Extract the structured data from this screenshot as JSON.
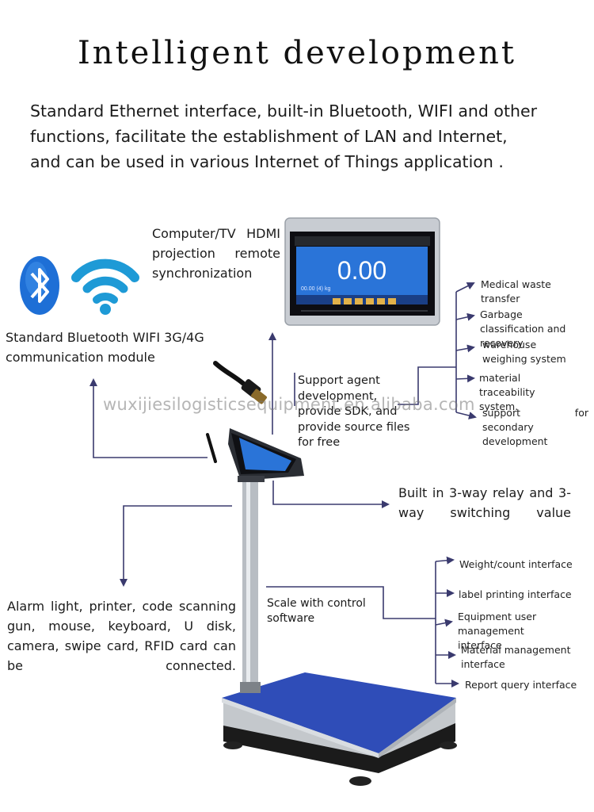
{
  "title": "Intelligent development",
  "intro": "Standard Ethernet interface, built-in Bluetooth, WIFI and other functions, facilitate the establishment of LAN and Internet, and can be used in various Internet of Things application .",
  "labels": {
    "hdmi": "Computer/TV HDMI projection remote synchronization",
    "bluetooth": "Standard Bluetooth WIFI 3G/4G communication module",
    "agent": "Support agent development, provide SDK, and provide source files for free",
    "relay": "Built in 3-way relay and 3-way switching value",
    "peripherals": "Alarm light, printer, code scanning gun, mouse, keyboard, U disk, camera, swipe card, RFID card can be connected.",
    "software": "Scale with control software"
  },
  "applications": [
    "Medical waste transfer",
    "Garbage classification and recovery",
    "warehouse weighing system",
    "material traceability system.",
    "support for secondary development"
  ],
  "interfaces": [
    "Weight/count interface",
    "label printing interface",
    "Equipment user management interface",
    "Material management interface",
    "Report query interface"
  ],
  "screen": {
    "reading": "0.00",
    "sub_reading": "00.00 (4) kg"
  },
  "watermark": "wuxijiesilogisticsequipment.en.alibaba.com",
  "colors": {
    "arrow": "#3a3a6e",
    "platform": "#2f4db8",
    "screen": "#2a74d8"
  },
  "icons": [
    "bluetooth-icon",
    "wifi-icon",
    "hdmi-cable-icon"
  ]
}
